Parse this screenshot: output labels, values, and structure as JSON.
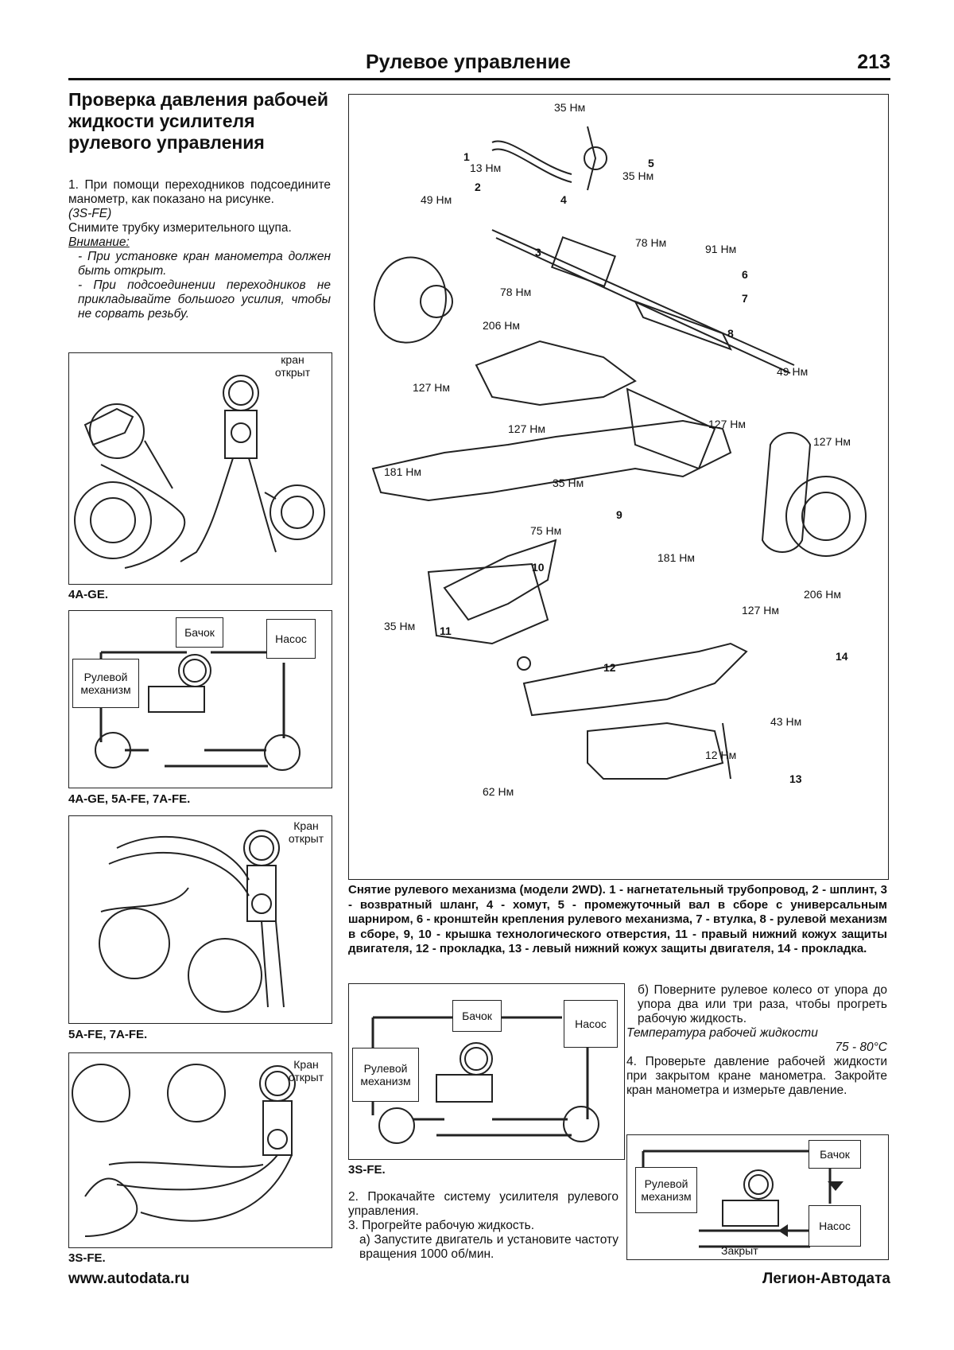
{
  "header": {
    "title": "Рулевое управление",
    "page": "213"
  },
  "section_title": "Проверка давления рабочей жидкости усилителя рулевого управления",
  "intro": {
    "step1": "1. При помощи переходников подсоедините манометр, как показано на рисунке.",
    "engine": "(3S-FE)",
    "remove_tube": "Снимите трубку измерительного щупа.",
    "warning_title": "Внимание:",
    "warning1": "- При установке кран манометра должен быть открыт.",
    "warning2": "- При подсоединении переходников не прикладывайте большого усилия, чтобы не сорвать резьбу."
  },
  "figures": {
    "fig1": {
      "caption": "4A-GE.",
      "valve_label": "кран открыт"
    },
    "fig2": {
      "caption": "4A-GE, 5A-FE, 7A-FE.",
      "tank": "Бачок",
      "pump": "Насос",
      "gear": "Рулевой механизм"
    },
    "fig3": {
      "caption": "5A-FE, 7A-FE.",
      "valve_label": "Кран открыт"
    },
    "fig4": {
      "caption": "3S-FE.",
      "valve_label": "Кран открыт"
    },
    "fig5": {
      "caption": "3S-FE.",
      "tank": "Бачок",
      "pump": "Насос",
      "gear": "Рулевой механизм"
    },
    "fig6": {
      "tank": "Бачок",
      "pump": "Насос",
      "gear": "Рулевой механизм",
      "closed": "Закрыт"
    }
  },
  "main_diagram": {
    "torques": [
      "35 Нм",
      "13 Нм",
      "35 Нм",
      "49 Нм",
      "78 Нм",
      "91 Нм",
      "78 Нм",
      "206 Нм",
      "49 Нм",
      "127 Нм",
      "127 Нм",
      "127 Нм",
      "127 Нм",
      "181 Нм",
      "35 Нм",
      "75 Нм",
      "181 Нм",
      "206 Нм",
      "127 Нм",
      "35 Нм",
      "43 Нм",
      "12 Нм",
      "62 Нм"
    ],
    "numbers": [
      "1",
      "2",
      "3",
      "4",
      "5",
      "6",
      "7",
      "8",
      "9",
      "10",
      "11",
      "12",
      "13",
      "14"
    ],
    "caption": "Снятие рулевого механизма (модели 2WD). 1 - нагнетательный трубопровод, 2 - шплинт, 3 - возвратный шланг, 4 - хомут, 5 - промежуточный вал в сборе с универсальным шарниром, 6 - кронштейн крепления рулевого механизма, 7 - втулка, 8 - рулевой механизм в сборе, 9, 10 - крышка технологического отверстия, 11 - правый нижний кожух защиты двигателя, 12 - прокладка, 13 - левый нижний кожух защиты двигателя, 14 - прокладка."
  },
  "right_col": {
    "step_b": "б) Поверните рулевое колесо от упора до упора два или три раза, чтобы прогреть рабочую жидкость.",
    "temp_label": "Температура рабочей жидкости",
    "temp_value": "75 - 80°С",
    "step4": "4. Проверьте давление рабочей жидкости при закрытом кране манометра. Закройте кран манометра и измерьте давление."
  },
  "middle_col": {
    "step2": "2. Прокачайте систему усилителя рулевого управления.",
    "step3": "3. Прогрейте рабочую жидкость.",
    "step3a": "а) Запустите двигатель и установите частоту вращения 1000 об/мин."
  },
  "footer": {
    "left": "www.autodata.ru",
    "right": "Легион-Автодата"
  }
}
